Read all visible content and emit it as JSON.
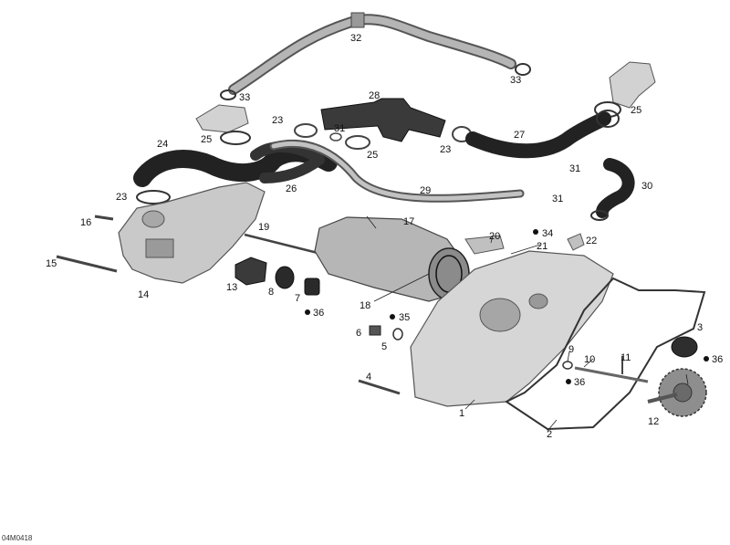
{
  "reference_code": "04M0418",
  "colors": {
    "hose_dark": "#2a2a2a",
    "hose_gray": "#8a8a8a",
    "casting": "#c9c9c9",
    "casting_dark": "#7d7d7d",
    "gasket": "#3b3b3b",
    "black_part": "#1e1e1e"
  },
  "callouts": [
    {
      "id": "c1",
      "label": "1"
    },
    {
      "id": "c2",
      "label": "2"
    },
    {
      "id": "c3",
      "label": "3"
    },
    {
      "id": "c4",
      "label": "4"
    },
    {
      "id": "c5",
      "label": "5"
    },
    {
      "id": "c6",
      "label": "6"
    },
    {
      "id": "c7",
      "label": "7"
    },
    {
      "id": "c8",
      "label": "8"
    },
    {
      "id": "c9",
      "label": "9"
    },
    {
      "id": "c10",
      "label": "10"
    },
    {
      "id": "c11",
      "label": "11"
    },
    {
      "id": "c12",
      "label": "12"
    },
    {
      "id": "c13",
      "label": "13"
    },
    {
      "id": "c14",
      "label": "14"
    },
    {
      "id": "c15",
      "label": "15"
    },
    {
      "id": "c16",
      "label": "16"
    },
    {
      "id": "c17",
      "label": "17"
    },
    {
      "id": "c18",
      "label": "18"
    },
    {
      "id": "c19",
      "label": "19"
    },
    {
      "id": "c20",
      "label": "20"
    },
    {
      "id": "c21",
      "label": "21"
    },
    {
      "id": "c22",
      "label": "22"
    },
    {
      "id": "c23a",
      "label": "23"
    },
    {
      "id": "c23b",
      "label": "23"
    },
    {
      "id": "c23c",
      "label": "23"
    },
    {
      "id": "c24",
      "label": "24"
    },
    {
      "id": "c25a",
      "label": "25"
    },
    {
      "id": "c25b",
      "label": "25"
    },
    {
      "id": "c25c",
      "label": "25"
    },
    {
      "id": "c26",
      "label": "26"
    },
    {
      "id": "c27",
      "label": "27"
    },
    {
      "id": "c28",
      "label": "28"
    },
    {
      "id": "c29",
      "label": "29"
    },
    {
      "id": "c30",
      "label": "30"
    },
    {
      "id": "c31a",
      "label": "31"
    },
    {
      "id": "c31b",
      "label": "31"
    },
    {
      "id": "c31c",
      "label": "31"
    },
    {
      "id": "c32",
      "label": "32"
    },
    {
      "id": "c33a",
      "label": "33"
    },
    {
      "id": "c33b",
      "label": "33"
    },
    {
      "id": "c34",
      "label": "34"
    },
    {
      "id": "c35",
      "label": "35"
    },
    {
      "id": "c36a",
      "label": "36"
    },
    {
      "id": "c36b",
      "label": "36"
    },
    {
      "id": "c36c",
      "label": "36"
    }
  ]
}
